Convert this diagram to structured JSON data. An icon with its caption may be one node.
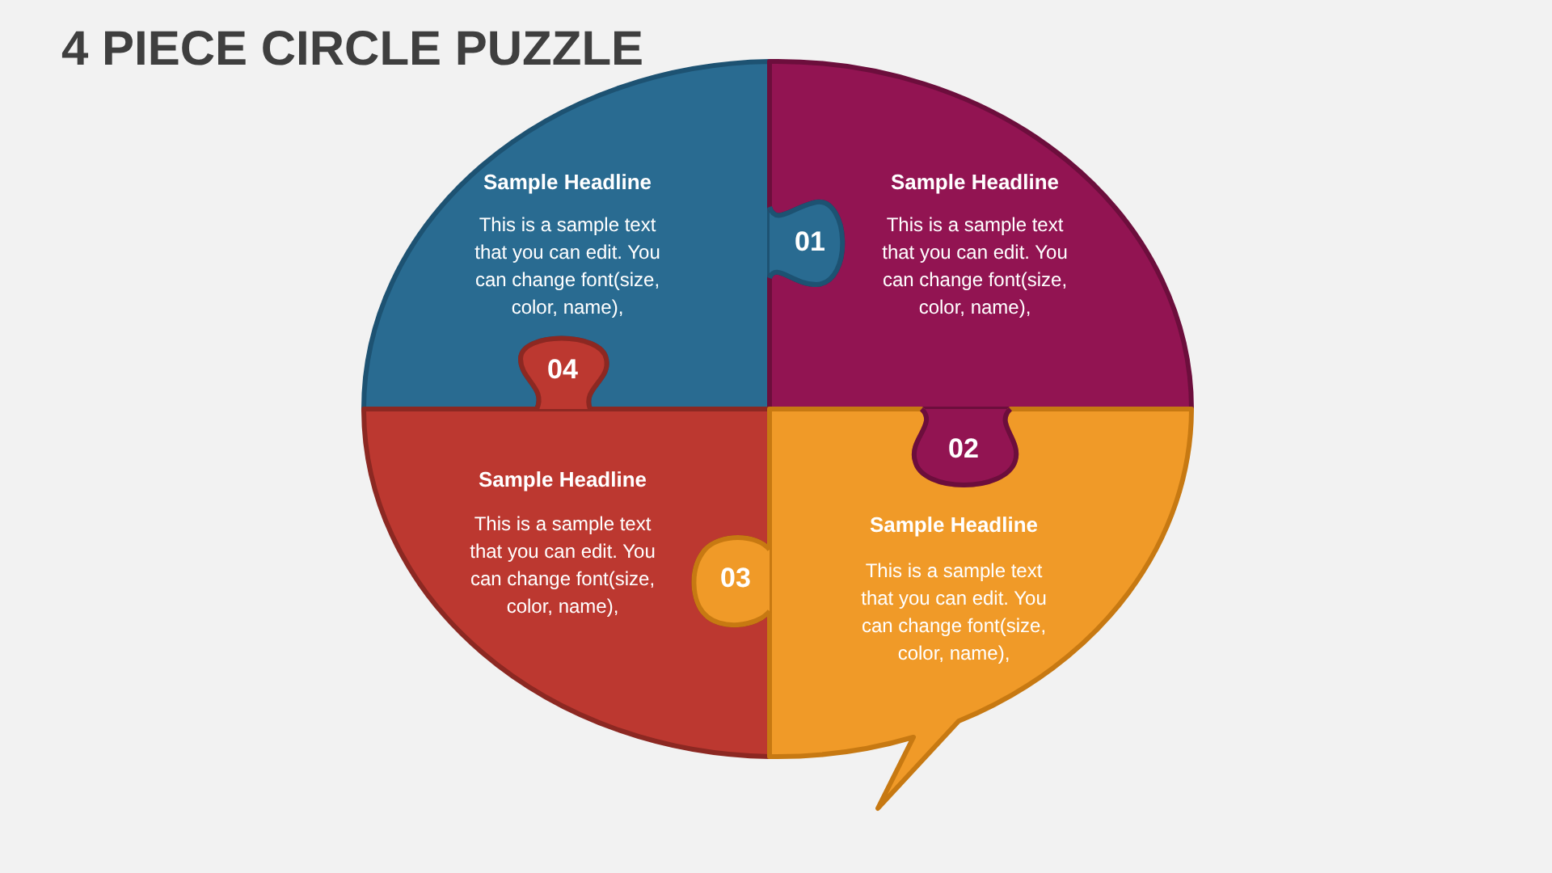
{
  "diagram": {
    "title": "4 PIECE CIRCLE PUZZLE",
    "nodes": [
      {
        "text": [
          "Sample Headline",
          "This is a sample text that you can edit. You can change font(size, color, name),"
        ]
      },
      {
        "text": [
          "04"
        ],
        "in": 0
      },
      {
        "text": [
          "Sample Headline",
          "This is a sample text that you can edit. You can change font(size, color, name),"
        ]
      },
      {
        "text": [
          "01"
        ],
        "in": 2
      },
      {
        "text": [
          "Sample Headline",
          "This is a sample text that you can edit. You can change font(size, color, name),"
        ]
      },
      {
        "text": [
          "03"
        ],
        "in": 4
      },
      {
        "text": [
          "Sample Headline",
          "This is a sample text that you can edit. You can change font(size, color, name),"
        ]
      },
      {
        "text": [
          "02"
        ],
        "in": 6
      }
    ]
  }
}
